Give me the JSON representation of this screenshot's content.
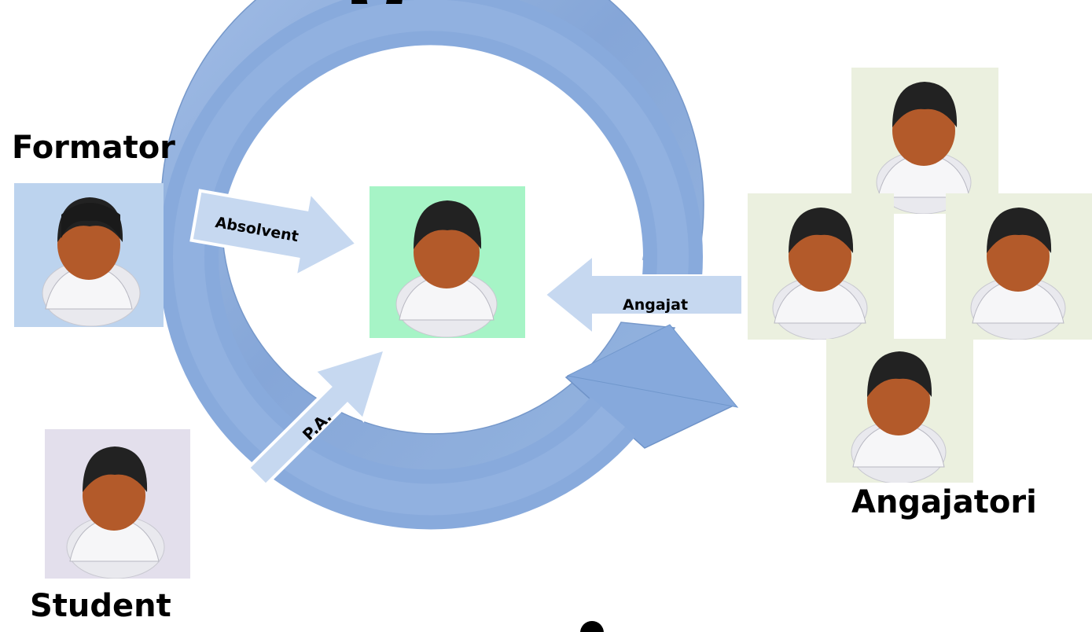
{
  "title_fragment": "p",
  "labels": {
    "formator": "Formator",
    "student": "Student",
    "angajatori": "Angajatori",
    "absolvent": "Absolvent",
    "angajat": "Angajat",
    "pa": "P.A."
  },
  "icons": {
    "person": "person-icon"
  },
  "colors": {
    "cycle_arrow": "#86a9dc",
    "small_arrow": "#c6d8f0",
    "formator_bg": "#bcd3ee",
    "student_bg": "#e3dfec",
    "center_bg": "#a6f4c6",
    "angajatori_bg": "#ebf0df"
  }
}
